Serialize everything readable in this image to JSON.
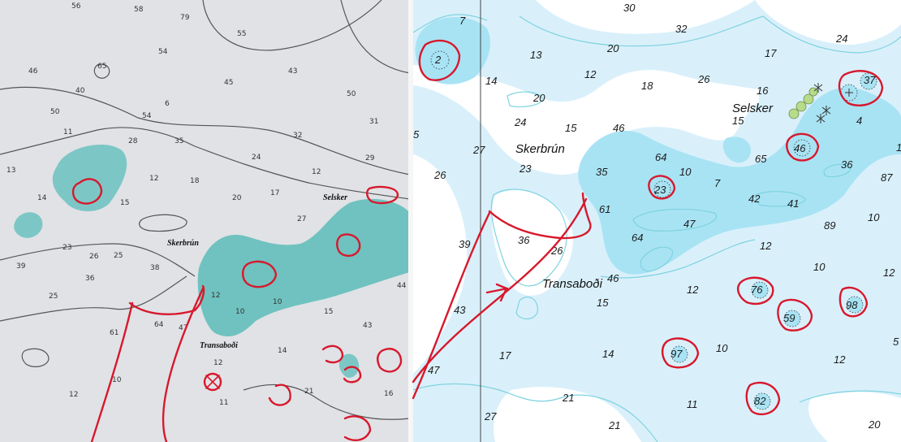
{
  "left_panel": {
    "place_names": [
      "Skerbrún",
      "Transaboði",
      "Selsker"
    ],
    "soundings": [
      "56",
      "58",
      "79",
      "55",
      "46",
      "65",
      "54",
      "40",
      "45",
      "43",
      "50",
      "50",
      "54",
      "6",
      "31",
      "11",
      "28",
      "35",
      "32",
      "24",
      "29",
      "13",
      "12",
      "18",
      "20",
      "17",
      "12",
      "14",
      "15",
      "27",
      "23",
      "25",
      "26",
      "38",
      "39",
      "36",
      "25",
      "61",
      "64",
      "47",
      "12",
      "10",
      "10",
      "15",
      "43",
      "44",
      "14",
      "12",
      "10",
      "12",
      "11",
      "21",
      "16"
    ]
  },
  "right_panel": {
    "place_names": [
      "Skerbrún",
      "Transaboði",
      "Selsker"
    ],
    "soundings": [
      "7",
      "30",
      "32",
      "24",
      "20",
      "13",
      "12",
      "17",
      "2",
      "14",
      "18",
      "26",
      "16",
      "37",
      "20",
      "15",
      "24",
      "15",
      "46",
      "5",
      "27",
      "4",
      "46",
      "1",
      "26",
      "23",
      "35",
      "64",
      "10",
      "7",
      "65",
      "36",
      "87",
      "23",
      "42",
      "41",
      "10",
      "61",
      "47",
      "89",
      "39",
      "36",
      "26",
      "12",
      "64",
      "10",
      "12",
      "46",
      "12",
      "76",
      "98",
      "43",
      "15",
      "59",
      "17",
      "14",
      "97",
      "10",
      "12",
      "5",
      "47",
      "21",
      "11",
      "82",
      "27",
      "21",
      "20"
    ]
  },
  "colors": {
    "route_ink": "#d8182c",
    "shallow_water": "#a8e3f4",
    "medium_water": "#d9f0fb",
    "paper_chart_water": "#78c9c4"
  }
}
